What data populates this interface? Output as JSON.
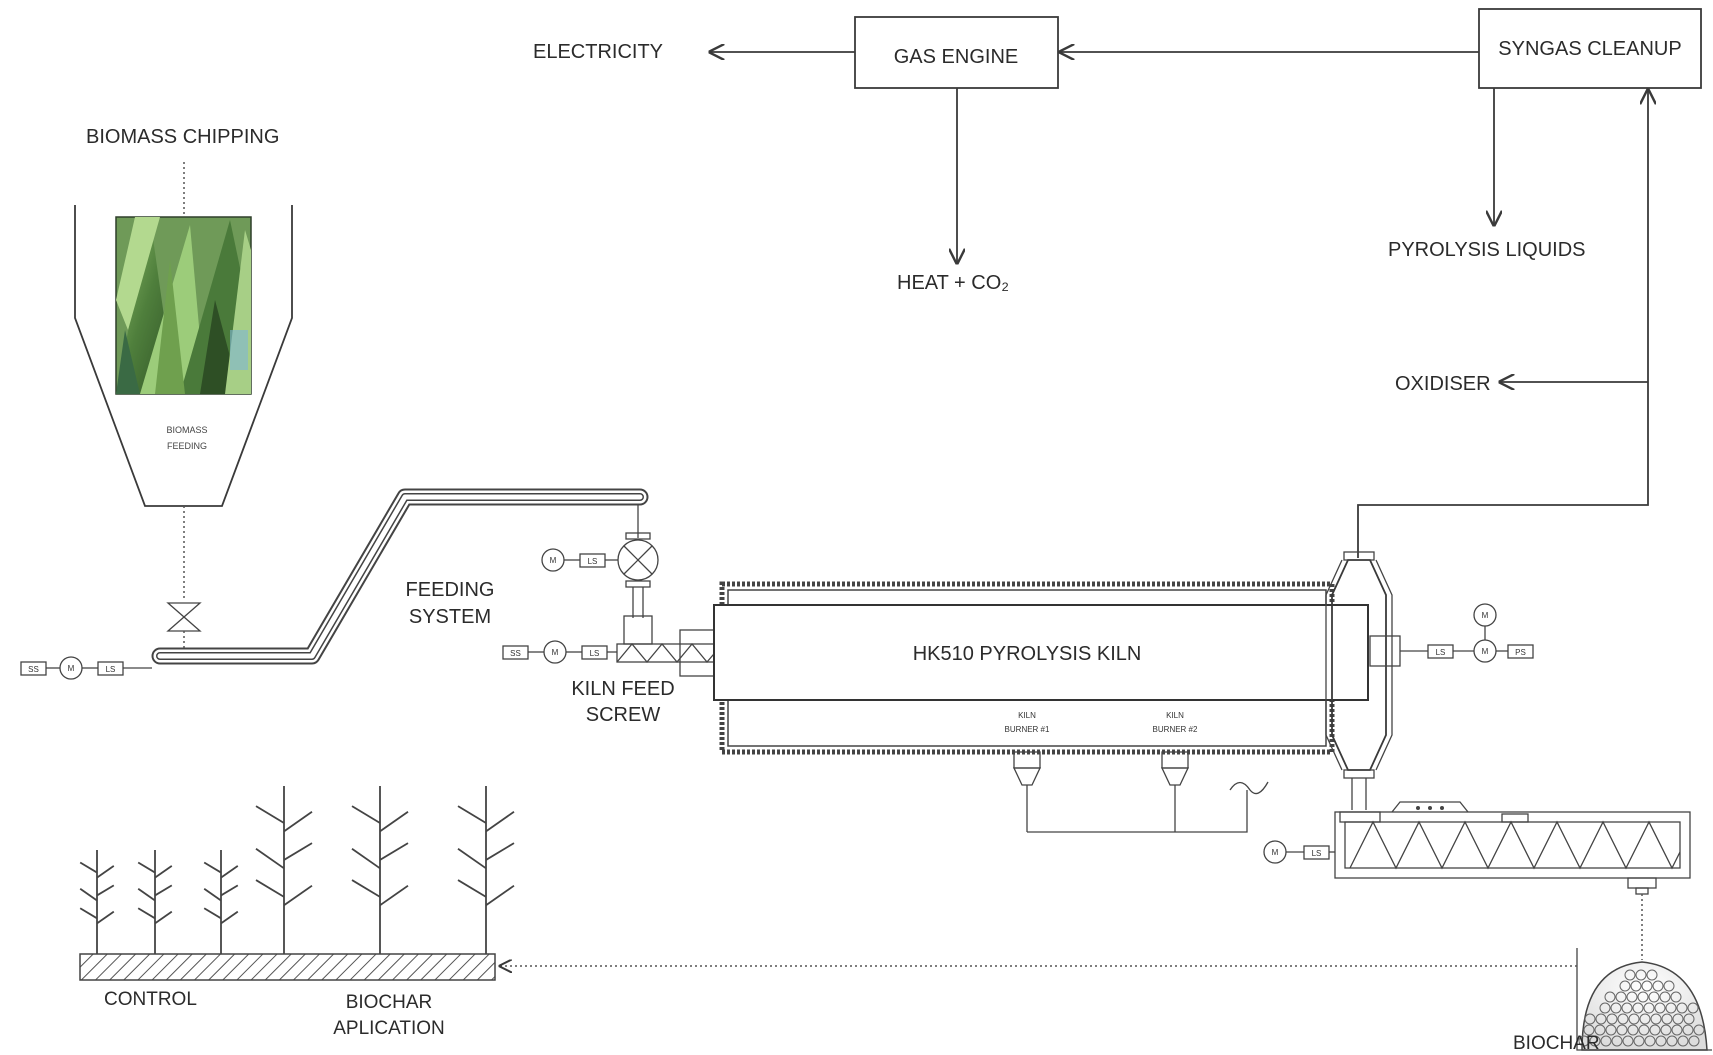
{
  "labels": {
    "electricity": "ELECTRICITY",
    "gas_engine": "GAS ENGINE",
    "syngas_cleanup": "SYNGAS CLEANUP",
    "heat_co2": "HEAT + CO₂",
    "pyrolysis_liquids": "PYROLYSIS LIQUIDS",
    "oxidiser": "OXIDISER",
    "biomass_chipping": "BIOMASS CHIPPING",
    "biomass_feeding_line1": "BIOMASS",
    "biomass_feeding_line2": "FEEDING",
    "feeding_system_line1": "FEEDING",
    "feeding_system_line2": "SYSTEM",
    "kiln_feed_screw_line1": "KILN FEED",
    "kiln_feed_screw_line2": "SCREW",
    "kiln": "HK510 PYROLYSIS KILN",
    "burner1_line1": "KILN",
    "burner1_line2": "BURNER #1",
    "burner2_line1": "KILN",
    "burner2_line2": "BURNER #2",
    "control": "CONTROL",
    "biochar_application_line1": "BIOCHAR",
    "biochar_application_line2": "APLICATION",
    "biochar": "BIOCHAR"
  },
  "instrument_tags": {
    "motor": "M",
    "level_switch": "LS",
    "speed": "SS",
    "pressure": "PS"
  },
  "icons": {
    "valve": "gate-valve-icon",
    "motor": "motor-icon",
    "screw": "screw-conveyor-icon",
    "tree": "tree-icon",
    "biochar_pile": "biochar-pile-icon",
    "biomass_photo": "biomass-photo-icon"
  },
  "colors": {
    "line": "#3a3a3a",
    "foliage_dark": "#3f6b32",
    "foliage_light": "#8fbf6a"
  }
}
